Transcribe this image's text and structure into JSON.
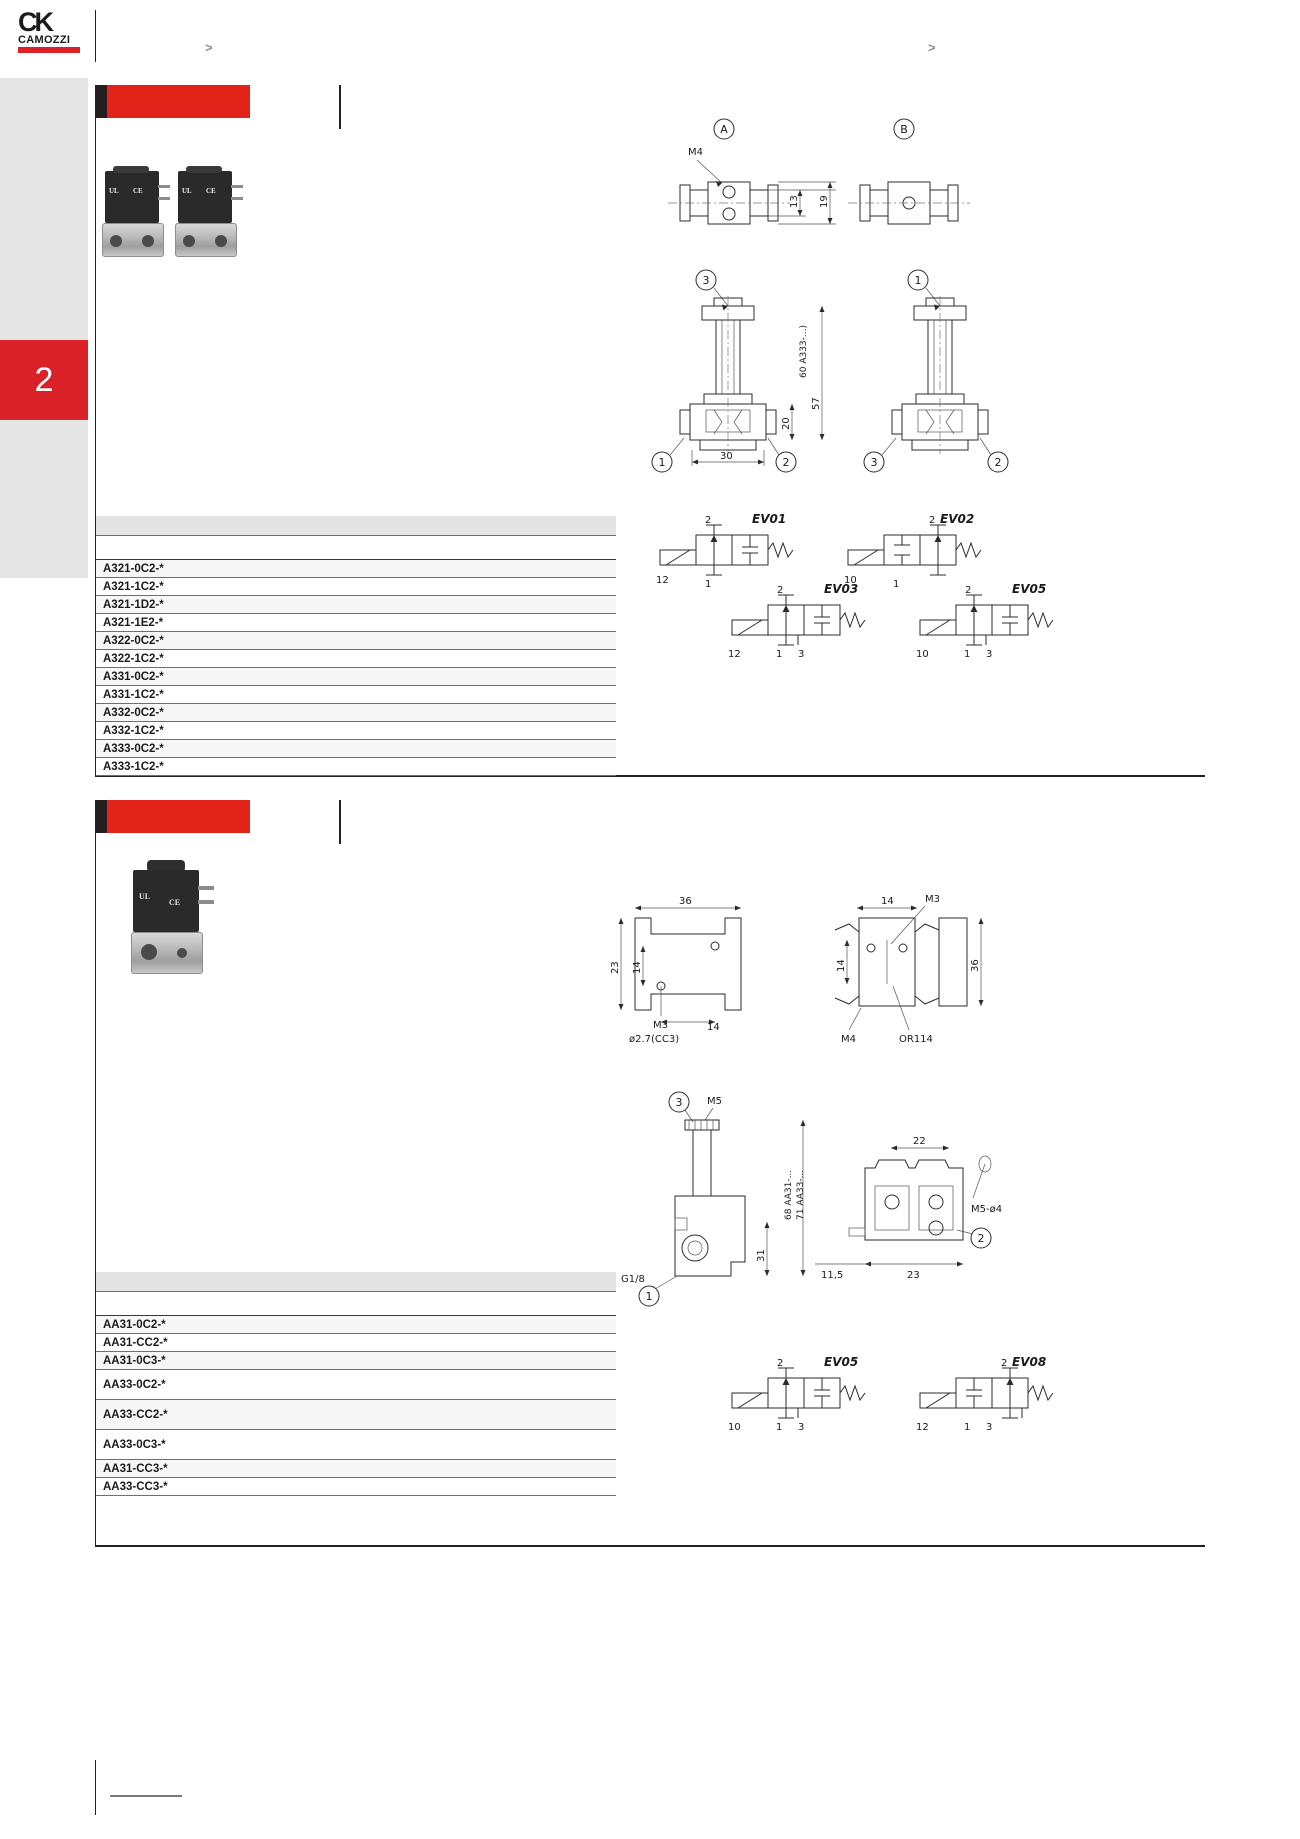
{
  "brand": {
    "logo_mark": "CK",
    "logo_word": "CAMOZZI",
    "accent_color": "#da2128",
    "chapter_number": "2"
  },
  "header": {
    "chevron_left": ">",
    "chevron_right": ">"
  },
  "sections": [
    {
      "id": "section-a3xx",
      "table": {
        "rows": [
          {
            "code": "A321-0C2-*"
          },
          {
            "code": "A321-1C2-*"
          },
          {
            "code": "A321-1D2-*"
          },
          {
            "code": "A321-1E2-*"
          },
          {
            "code": "A322-0C2-*"
          },
          {
            "code": "A322-1C2-*"
          },
          {
            "code": "A331-0C2-*"
          },
          {
            "code": "A331-1C2-*"
          },
          {
            "code": "A332-0C2-*"
          },
          {
            "code": "A332-1C2-*"
          },
          {
            "code": "A333-0C2-*"
          },
          {
            "code": "A333-1C2-*"
          }
        ]
      },
      "drawings": {
        "view_a_label": "A",
        "view_b_label": "B",
        "thread_label": "M4",
        "dim_13": "13",
        "dim_19": "19",
        "dim_20": "20",
        "dim_57": "57",
        "dim_60_note": "60 A333-...)",
        "dim_30": "30",
        "balloon_1": "1",
        "balloon_2": "2",
        "balloon_3": "3"
      },
      "symbols": [
        {
          "name": "EV01",
          "left_port": "12",
          "top_port": "2",
          "bottom_port": "1",
          "third_port": ""
        },
        {
          "name": "EV02",
          "left_port": "10",
          "top_port": "2",
          "bottom_port": "1",
          "third_port": ""
        },
        {
          "name": "EV03",
          "left_port": "12",
          "top_port": "2",
          "bottom_port": "1",
          "third_port": "3"
        },
        {
          "name": "EV05",
          "left_port": "10",
          "top_port": "2",
          "bottom_port": "1",
          "third_port": "3"
        }
      ]
    },
    {
      "id": "section-aa3x",
      "table": {
        "rows": [
          {
            "code": "AA31-0C2-*"
          },
          {
            "code": "AA31-CC2-*"
          },
          {
            "code": "AA31-0C3-*"
          },
          {
            "code": "AA33-0C2-*"
          },
          {
            "code": "AA33-CC2-*"
          },
          {
            "code": "AA33-0C3-*"
          },
          {
            "code": "AA31-CC3-*"
          },
          {
            "code": "AA33-CC3-*"
          }
        ]
      },
      "drawings": {
        "dim_36_top": "36",
        "dim_23": "23",
        "dim_14_a": "14",
        "dim_14_b": "14",
        "thread_m3": "M3",
        "dia_note": "ø2.7(CC3)",
        "dim_14_right": "14",
        "dim_14_left": "14",
        "dim_36_right": "36",
        "thread_m3_right": "M3",
        "thread_m4": "M4",
        "oring": "OR114",
        "thread_m5": "M5",
        "dim_31": "31",
        "dim_68_note": "68 AA31-...",
        "dim_71_note": "71 AA33-...",
        "port_g18": "G1/8",
        "dim_22": "22",
        "dim_23_bottom": "23",
        "dim_115": "11,5",
        "thread_m5_d4": "M5-ø4",
        "balloon_1": "1",
        "balloon_2": "2",
        "balloon_3": "3"
      },
      "symbols": [
        {
          "name": "EV05",
          "left_port": "10",
          "top_port": "2",
          "bottom_port": "1",
          "third_port": "3"
        },
        {
          "name": "EV08",
          "left_port": "12",
          "top_port": "2",
          "bottom_port": "1",
          "third_port": "3"
        }
      ]
    }
  ]
}
